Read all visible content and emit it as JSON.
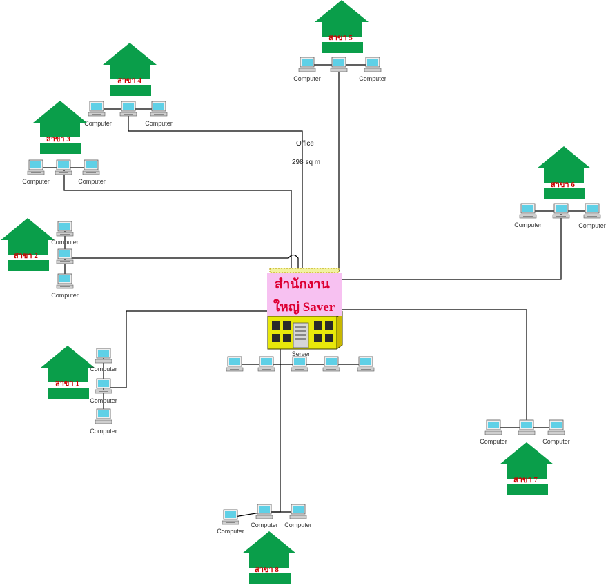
{
  "colors": {
    "house_green": "#0a9e4a",
    "branch_text": "#cc0000",
    "hq_pink": "#f7c1f1",
    "hq_text": "#dd0033",
    "building_yellow": "#e8e80a",
    "screen_cyan": "#5fd0e6",
    "line": "#000000"
  },
  "labels": {
    "computer": "Computer",
    "server": "Server"
  },
  "branches": [
    {
      "name": "สาขา 1"
    },
    {
      "name": "สาขา 2"
    },
    {
      "name": "สาขา 3"
    },
    {
      "name": "สาขา 4"
    },
    {
      "name": "สาขา 5"
    },
    {
      "name": "สาขา 6"
    },
    {
      "name": "สาขา 7"
    },
    {
      "name": "สาขา 8"
    }
  ],
  "hq": {
    "line1": "สำนักงาน",
    "line2": "ใหญ่ Saver"
  },
  "office": {
    "name": "Office",
    "area": "298 sq m"
  }
}
